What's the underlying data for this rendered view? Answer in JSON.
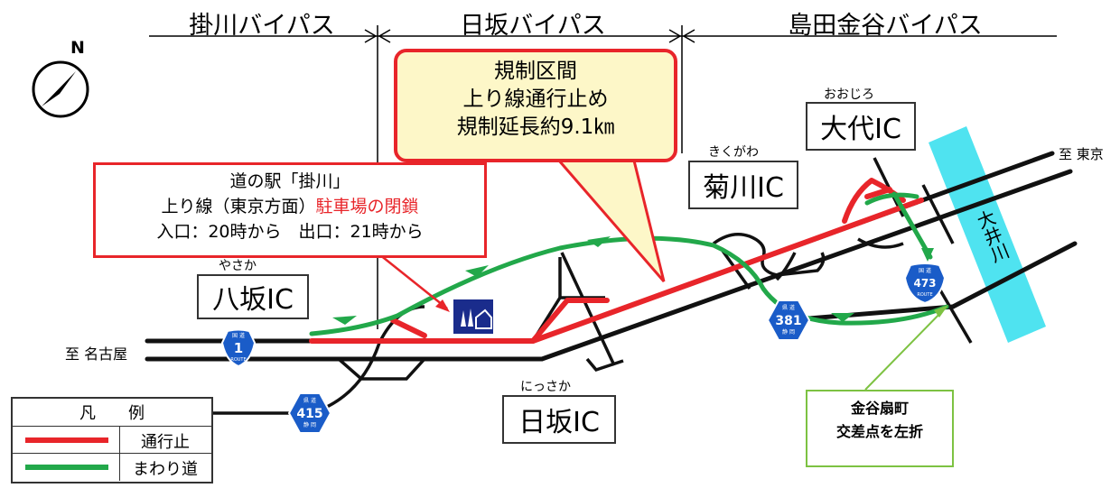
{
  "sections": {
    "left": "掛川バイパス",
    "middle": "日坂バイパス",
    "right": "島田金谷バイパス"
  },
  "compass": {
    "label": "N"
  },
  "destinations": {
    "west": "至 名古屋",
    "east": "至 東京"
  },
  "interchanges": {
    "yasaka": {
      "name": "八坂IC",
      "reading": "やさか"
    },
    "nissaka": {
      "name": "日坂IC",
      "reading": "にっさか"
    },
    "kikugawa": {
      "name": "菊川IC",
      "reading": "きくがわ"
    },
    "oshiro": {
      "name": "大代IC",
      "reading": "おおじろ"
    }
  },
  "river": {
    "name": "大井川"
  },
  "routes": {
    "r1": {
      "number": "1",
      "small_top": "国 道",
      "small_bottom": "ROUTE"
    },
    "r415": {
      "number": "415",
      "small_top": "県 道",
      "small_bottom": "静 岡"
    },
    "r381": {
      "number": "381",
      "small_top": "県 道",
      "small_bottom": "静 岡"
    },
    "r473": {
      "number": "473",
      "small_top": "国 道",
      "small_bottom": "ROUTE"
    }
  },
  "callouts": {
    "regulation": {
      "line1": "規制区間",
      "line2": "上り線通行止め",
      "line3": "規制延長約9.1㎞"
    },
    "michinoeki": {
      "line1": "道の駅「掛川」",
      "line2_prefix": "上り線（東京方面）",
      "line2_red": "駐車場の閉鎖",
      "line3": "入口：20時から　出口：21時から"
    },
    "kanaya": {
      "line1": "金谷扇町",
      "line2": "交差点を左折"
    }
  },
  "legend": {
    "title": "凡　　例",
    "items": [
      {
        "label": "通行止",
        "color": "#e8252a"
      },
      {
        "label": "まわり道",
        "color": "#22a84a"
      }
    ]
  },
  "colors": {
    "closure": "#e8252a",
    "detour": "#22a84a",
    "river": "#4fe3f0",
    "route_shield": "#1a5cc8",
    "callout_green_border": "#7dc242",
    "callout_yellow_bg": "#fdf7c8"
  }
}
